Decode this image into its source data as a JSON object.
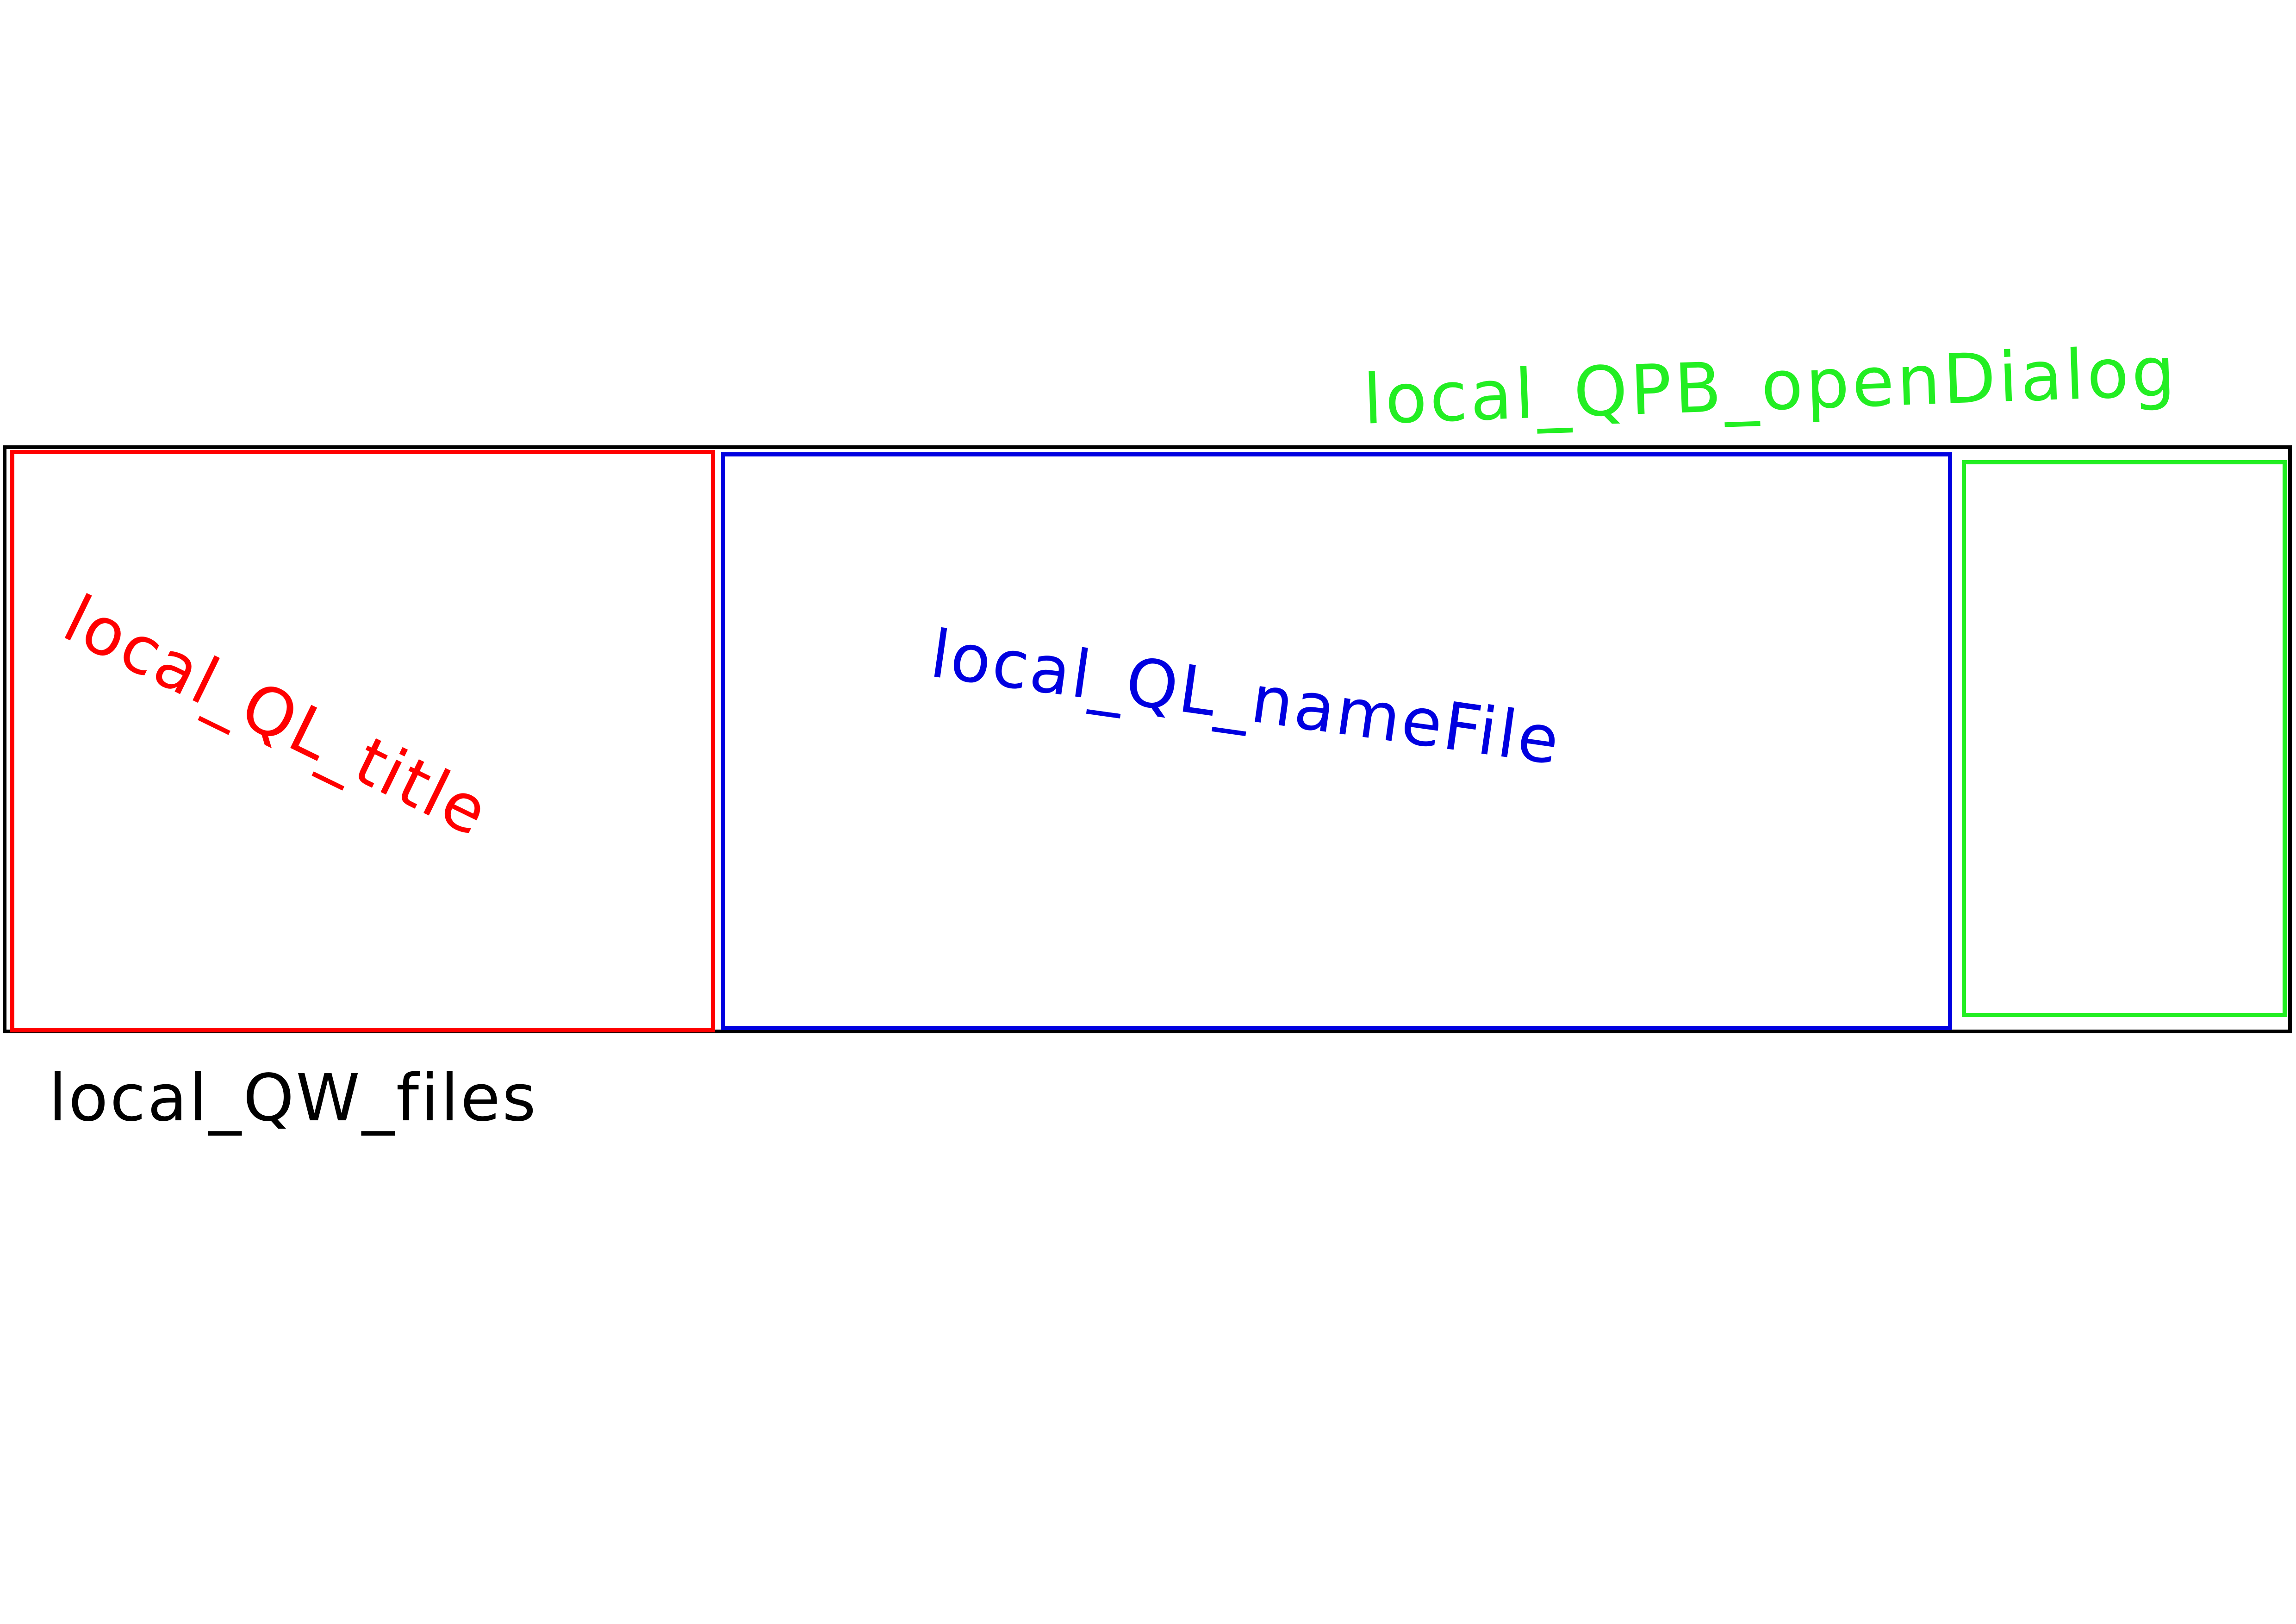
{
  "labels": {
    "widget": "local_QW_files",
    "title": "local_QL_title",
    "name_file": "local_QL_nameFile",
    "open_dialog": "local_QPB_openDialog"
  },
  "colors": {
    "widget": "#000000",
    "title": "#ff0000",
    "name_file": "#0000e0",
    "open_dialog": "#22ee22"
  }
}
